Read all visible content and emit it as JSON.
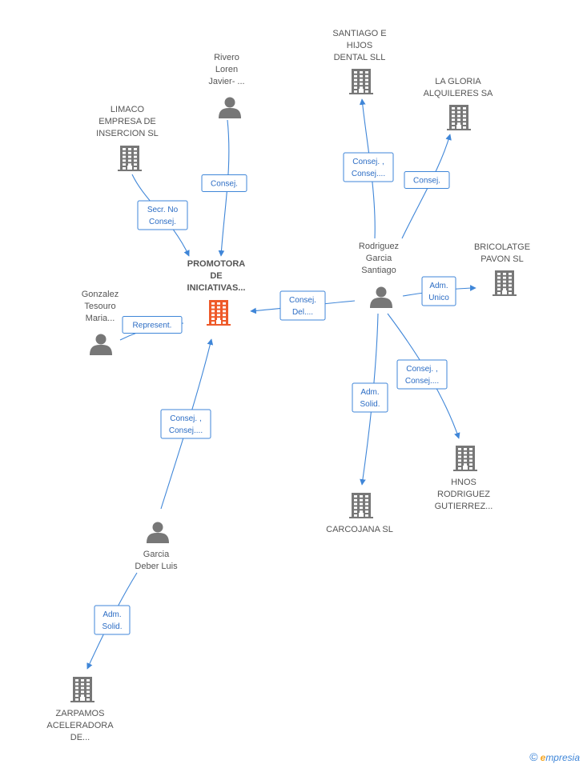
{
  "colors": {
    "edge": "#3f86d8",
    "edge_text": "#2b6cc4",
    "company_icon": "#777777",
    "main_company_icon": "#ee5a2a",
    "person_icon": "#777777",
    "label": "#555555"
  },
  "nodes": [
    {
      "id": "promotora",
      "type": "company",
      "main": true,
      "icon": "building-icon",
      "lines": [
        "PROMOTORA",
        "DE",
        "INICIATIVAS..."
      ]
    },
    {
      "id": "santiago-e-hijos",
      "type": "company",
      "icon": "building-icon",
      "lines": [
        "SANTIAGO E",
        "HIJOS",
        "DENTAL SLL"
      ]
    },
    {
      "id": "la-gloria",
      "type": "company",
      "icon": "building-icon",
      "lines": [
        "LA GLORIA",
        "ALQUILERES SA"
      ]
    },
    {
      "id": "limaco",
      "type": "company",
      "icon": "building-icon",
      "lines": [
        "LIMACO",
        "EMPRESA DE",
        "INSERCION  SL"
      ]
    },
    {
      "id": "bricolatge",
      "type": "company",
      "icon": "building-icon",
      "lines": [
        "BRICOLATGE",
        "PAVON SL"
      ]
    },
    {
      "id": "hnos-rodriguez",
      "type": "company",
      "icon": "building-icon",
      "lines": [
        "HNOS",
        "RODRIGUEZ",
        "GUTIERREZ..."
      ]
    },
    {
      "id": "carcojana",
      "type": "company",
      "icon": "building-icon",
      "lines": [
        "CARCOJANA SL"
      ]
    },
    {
      "id": "zarpamos",
      "type": "company",
      "icon": "building-icon",
      "lines": [
        "ZARPAMOS",
        "ACELERADORA",
        "DE..."
      ]
    },
    {
      "id": "rivero",
      "type": "person",
      "icon": "person-icon",
      "lines": [
        "Rivero",
        "Loren",
        "Javier- ..."
      ]
    },
    {
      "id": "rodriguez",
      "type": "person",
      "icon": "person-icon",
      "lines": [
        "Rodriguez",
        "Garcia",
        "Santiago"
      ]
    },
    {
      "id": "gonzalez",
      "type": "person",
      "icon": "person-icon",
      "lines": [
        "Gonzalez",
        "Tesouro",
        "Maria..."
      ]
    },
    {
      "id": "garcia",
      "type": "person",
      "icon": "person-icon",
      "lines": [
        "Garcia",
        "Deber Luis"
      ]
    }
  ],
  "edges": [
    {
      "id": "rivero-promotora",
      "lines": [
        "Consej."
      ]
    },
    {
      "id": "limaco-promotora",
      "lines": [
        "Secr.  No",
        "Consej."
      ]
    },
    {
      "id": "gonzalez-promotora",
      "lines": [
        "Represent."
      ]
    },
    {
      "id": "rodriguez-promotora",
      "lines": [
        "Consej.",
        "Del...."
      ]
    },
    {
      "id": "garcia-promotora",
      "lines": [
        "Consej. ,",
        "Consej...."
      ]
    },
    {
      "id": "rodriguez-santiago",
      "lines": [
        "Consej. ,",
        "Consej...."
      ]
    },
    {
      "id": "rodriguez-lagloria",
      "lines": [
        "Consej."
      ]
    },
    {
      "id": "rodriguez-bricolatge",
      "lines": [
        "Adm.",
        "Unico"
      ]
    },
    {
      "id": "rodriguez-hnos",
      "lines": [
        "Consej. ,",
        "Consej...."
      ]
    },
    {
      "id": "rodriguez-carcojana",
      "lines": [
        "Adm.",
        "Solid."
      ]
    },
    {
      "id": "garcia-zarpamos",
      "lines": [
        "Adm.",
        "Solid."
      ]
    }
  ],
  "footer": {
    "copyright_symbol": "©",
    "brand_initial": "e",
    "brand_rest": "mpresia"
  }
}
